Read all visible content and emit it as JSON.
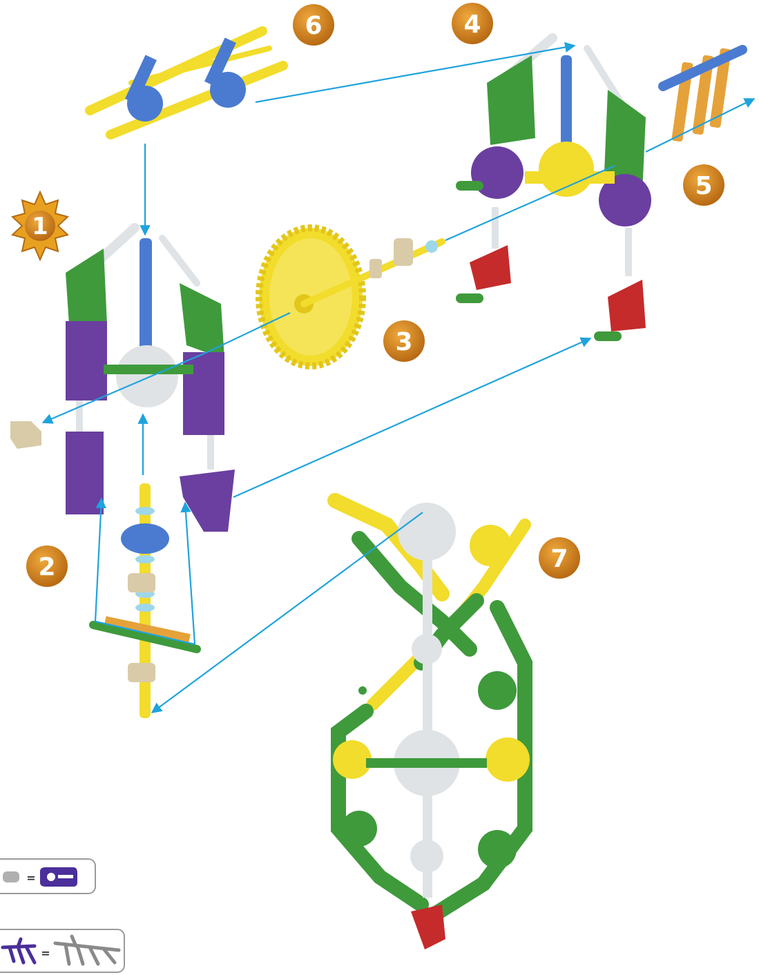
{
  "steps": [
    {
      "number": "1",
      "style": "starburst"
    },
    {
      "number": "2",
      "style": "circle"
    },
    {
      "number": "3",
      "style": "circle"
    },
    {
      "number": "4",
      "style": "circle"
    },
    {
      "number": "5",
      "style": "circle"
    },
    {
      "number": "6",
      "style": "circle"
    },
    {
      "number": "7",
      "style": "circle"
    }
  ],
  "substitution_notes": [
    {
      "left_piece": "gray-connector",
      "symbol": "=",
      "right_piece": "purple-connector"
    },
    {
      "left_piece": "purple-connector-fan",
      "symbol": "=",
      "right_piece": "gray-connector-fan"
    }
  ],
  "colors": {
    "badge_orange": "#d98a1e",
    "badge_orange_dark": "#b36a12",
    "arrow_blue": "#1fa3dd",
    "yellow": "#f2dc2c",
    "green": "#3f9a3c",
    "purple": "#6a3fa0",
    "blue": "#4a7bd0",
    "white_gray": "#dfe3e6",
    "red": "#c52b2b",
    "orange_piece": "#e5a23a",
    "tan": "#d9cba8"
  }
}
